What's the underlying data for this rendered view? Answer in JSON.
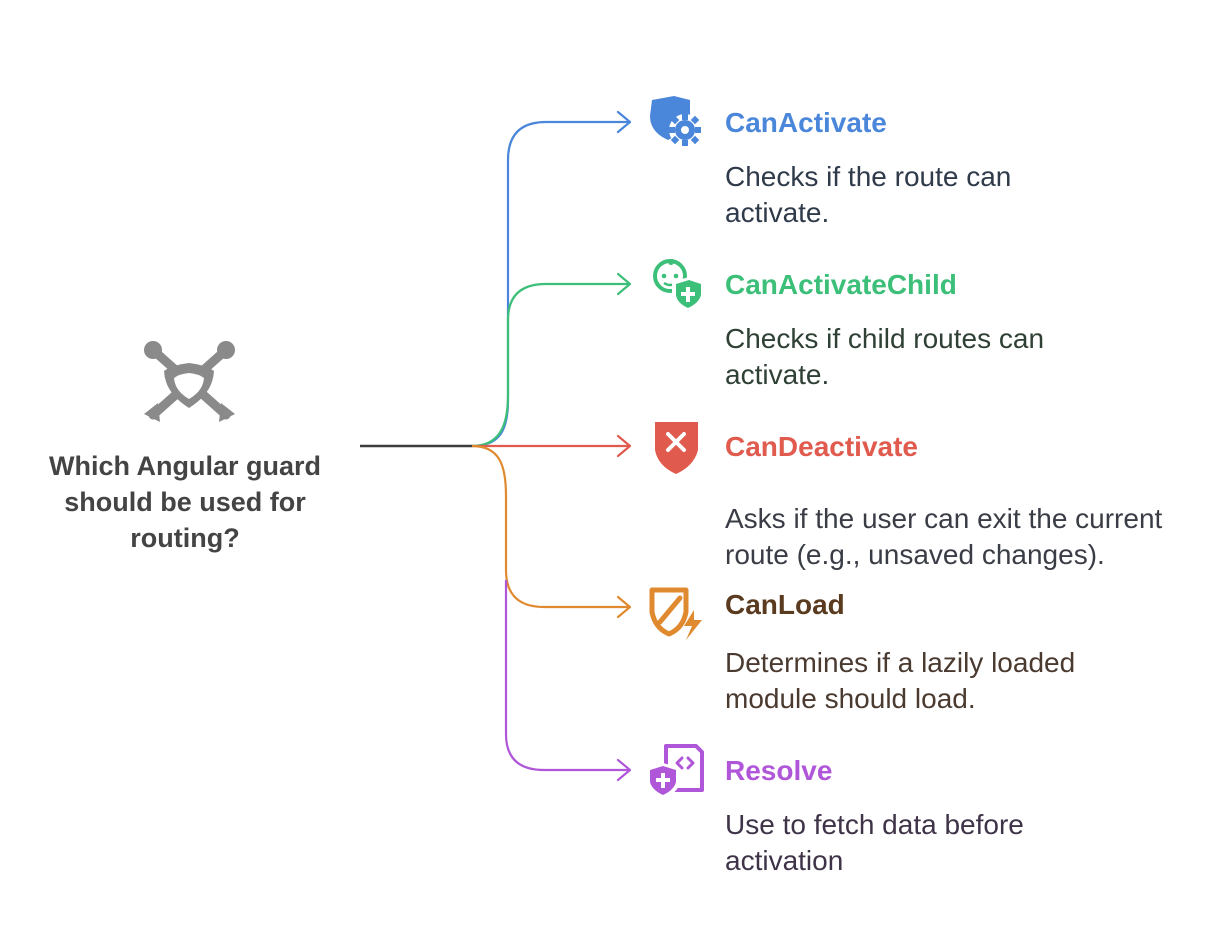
{
  "question": "Which Angular guard should be used for routing?",
  "colors": {
    "root_line": "#3d3d3d",
    "hub_icon": "#8a8a8a",
    "question": "#444444"
  },
  "options": [
    {
      "title": "CanActivate",
      "description_lines": [
        "Checks if the route can",
        "activate."
      ],
      "color": "#4a86d9",
      "desc_color": "#2f3a4a",
      "icon": "shield-gear-icon"
    },
    {
      "title": "CanActivateChild",
      "description_lines": [
        "Checks if child routes can",
        "activate."
      ],
      "color": "#3cbf78",
      "desc_color": "#2f4035",
      "icon": "child-shield-plus-icon"
    },
    {
      "title": "CanDeactivate",
      "description_lines": [
        "Asks if the user can exit the current",
        "route (e.g., unsaved changes)."
      ],
      "color": "#e05a4e",
      "desc_color": "#3a3d46",
      "icon": "shield-x-icon"
    },
    {
      "title": "CanLoad",
      "description_lines": [
        "Determines if a lazily loaded",
        "module should load."
      ],
      "color": "#5a3b1f",
      "desc_color": "#4a3a30",
      "icon": "shield-bolt-icon",
      "branch_color": "#e08a30"
    },
    {
      "title": "Resolve",
      "description_lines": [
        "Use to fetch data before",
        "activation"
      ],
      "color": "#b057d9",
      "desc_color": "#3f3348",
      "icon": "code-file-shield-icon"
    }
  ]
}
